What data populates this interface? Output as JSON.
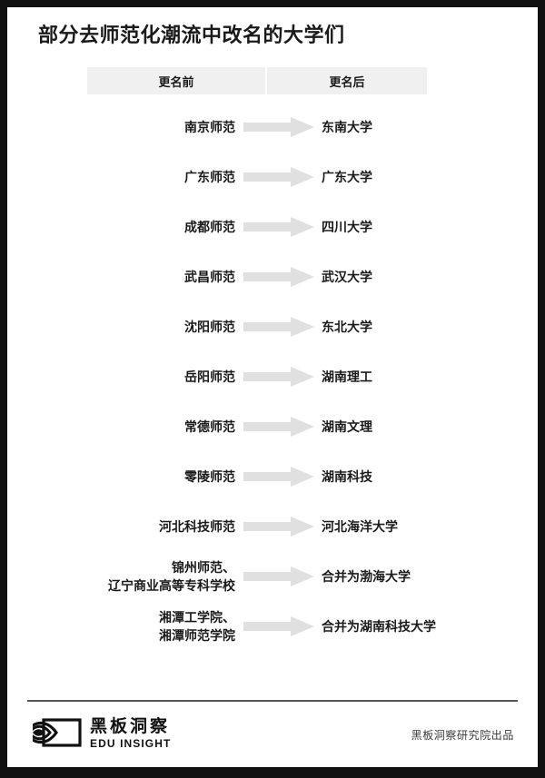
{
  "page": {
    "background": "#ffffff",
    "frame_color": "#111111",
    "title": "部分去师范化潮流中改名的大学们"
  },
  "table": {
    "header_background": "#f0f0f0",
    "arrow_color": "#e0e0e0",
    "columns": [
      {
        "key": "before",
        "label": "更名前"
      },
      {
        "key": "after",
        "label": "更名后"
      }
    ],
    "rows": [
      {
        "before": [
          "南京师范"
        ],
        "after": [
          "东南大学"
        ],
        "arrow": "arrow-right-icon"
      },
      {
        "before": [
          "广东师范"
        ],
        "after": [
          "广东大学"
        ],
        "arrow": "arrow-right-icon"
      },
      {
        "before": [
          "成都师范"
        ],
        "after": [
          "四川大学"
        ],
        "arrow": "arrow-right-icon"
      },
      {
        "before": [
          "武昌师范"
        ],
        "after": [
          "武汉大学"
        ],
        "arrow": "arrow-right-icon"
      },
      {
        "before": [
          "沈阳师范"
        ],
        "after": [
          "东北大学"
        ],
        "arrow": "arrow-right-icon"
      },
      {
        "before": [
          "岳阳师范"
        ],
        "after": [
          "湖南理工"
        ],
        "arrow": "arrow-right-icon"
      },
      {
        "before": [
          "常德师范"
        ],
        "after": [
          "湖南文理"
        ],
        "arrow": "arrow-right-icon"
      },
      {
        "before": [
          "零陵师范"
        ],
        "after": [
          "湖南科技"
        ],
        "arrow": "arrow-right-icon"
      },
      {
        "before": [
          "河北科技师范"
        ],
        "after": [
          "河北海洋大学"
        ],
        "arrow": "arrow-right-icon"
      },
      {
        "before": [
          "锦州师范、",
          "辽宁商业高等专科学校"
        ],
        "after": [
          "合并为渤海大学"
        ],
        "arrow": "arrow-right-icon"
      },
      {
        "before": [
          "湘潭工学院、",
          "湘潭师范学院"
        ],
        "after": [
          "合并为湖南科技大学"
        ],
        "arrow": "arrow-right-icon"
      }
    ]
  },
  "footer": {
    "logo_icon": "eye-in-rectangle-logo",
    "brand_cn": "黑板洞察",
    "brand_en": "EDU INSIGHT",
    "credit": "黑板洞察研究院出品"
  }
}
